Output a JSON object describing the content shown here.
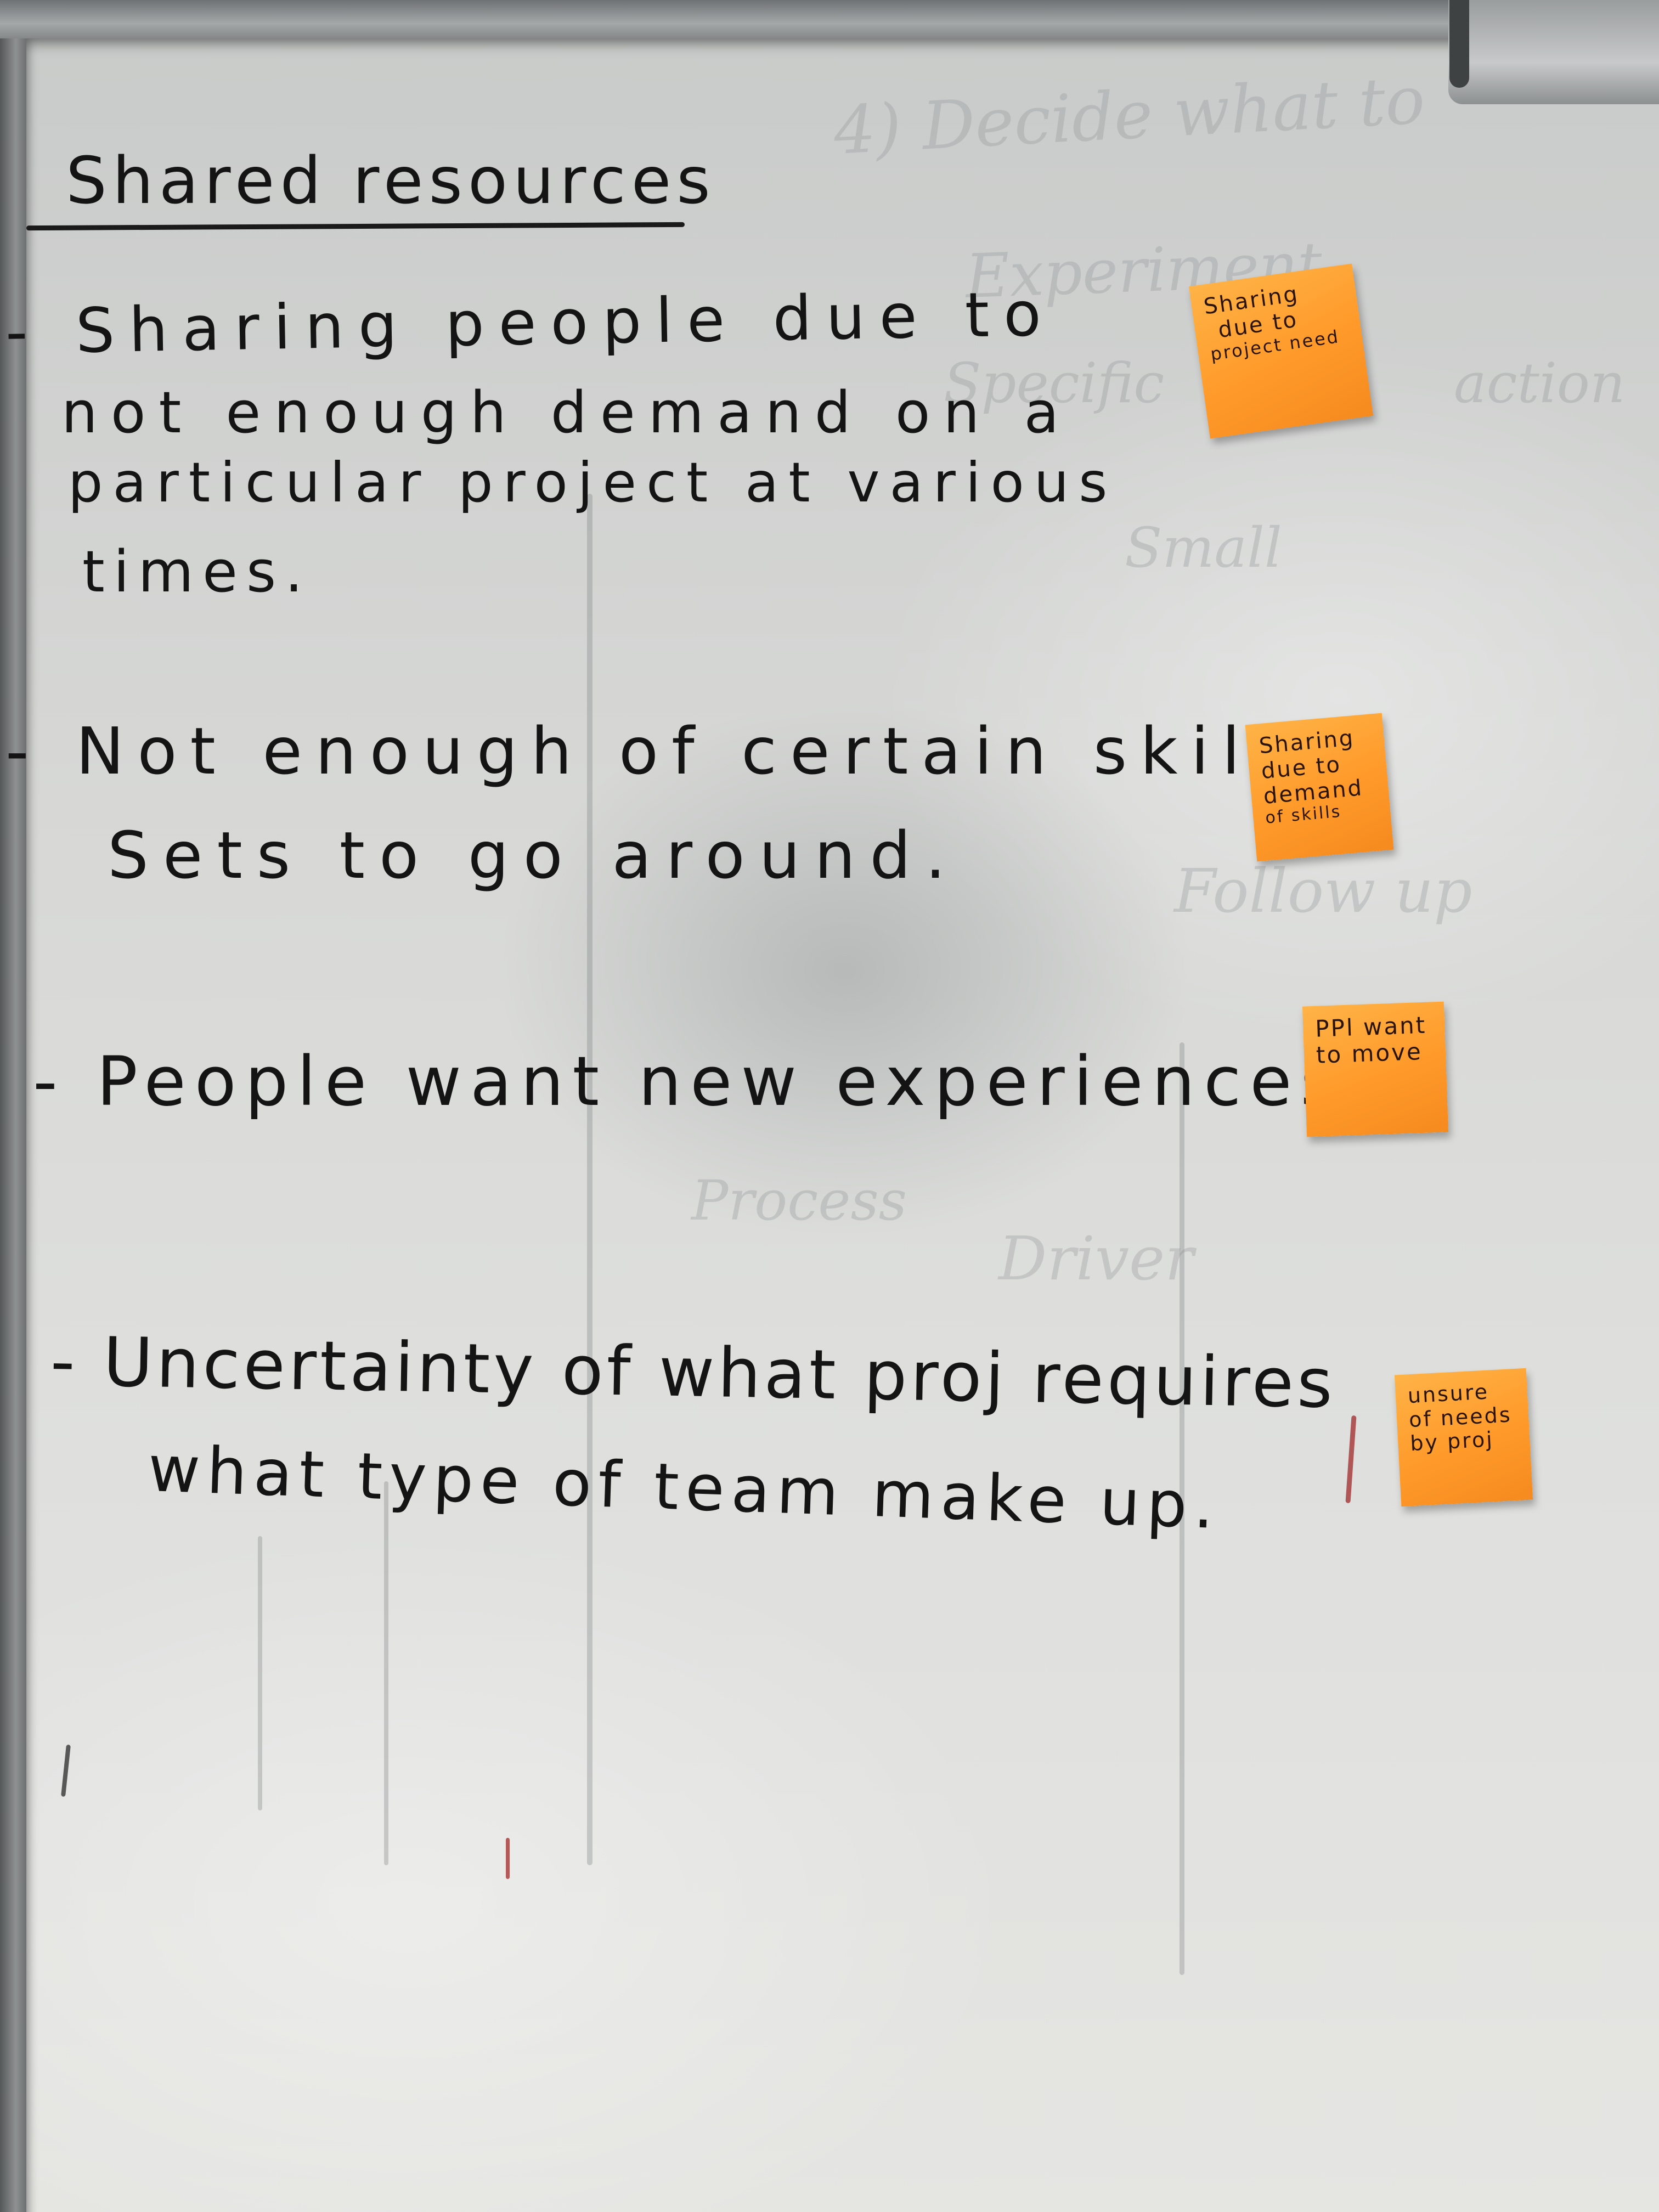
{
  "board": {
    "heading": "Shared resources",
    "items": [
      {
        "lines": [
          "- Sharing people due to",
          "not enough demand on a",
          "particular project at various",
          "times."
        ]
      },
      {
        "lines": [
          "- Not enough of certain skill",
          "Sets to go around."
        ]
      },
      {
        "lines": [
          "- People want new experiences."
        ]
      },
      {
        "lines": [
          "- Uncertainty of what proj requires",
          "what type of team make up."
        ]
      }
    ]
  },
  "sticky_notes": [
    {
      "lines": [
        "Sharing",
        "due to",
        "project need"
      ]
    },
    {
      "lines": [
        "Sharing",
        "due to",
        "demand",
        "of skills"
      ]
    },
    {
      "lines": [
        "PPl want",
        "to move"
      ]
    },
    {
      "lines": [
        "unsure",
        "of needs",
        "by proj"
      ]
    }
  ],
  "colors": {
    "marker": "#141414",
    "sticky": "#ff9a2a",
    "board": "#dcdcda"
  }
}
